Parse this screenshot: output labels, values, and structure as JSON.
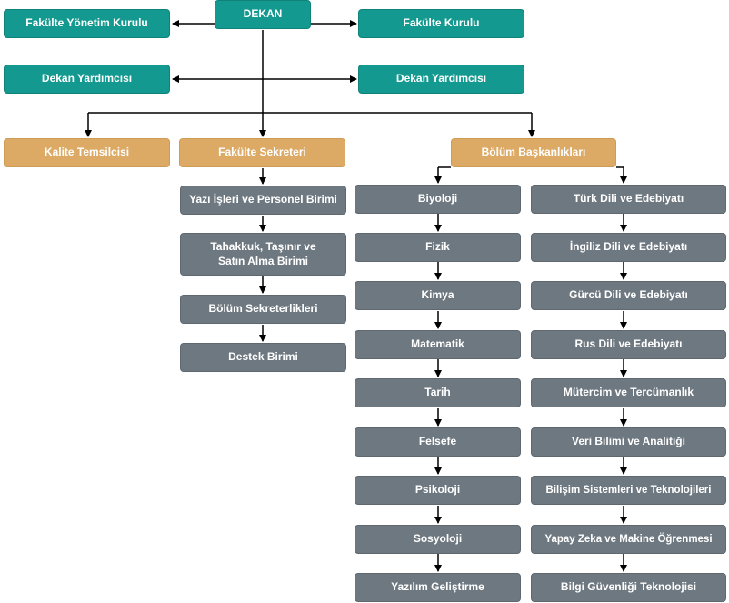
{
  "top": {
    "dean": "DEKAN",
    "faculty_board": "Fakülte Yönetim Kurulu",
    "faculty_council": "Fakülte Kurulu",
    "vice_dean_left": "Dekan Yardımcısı",
    "vice_dean_right": "Dekan Yardımcısı"
  },
  "level2": {
    "quality": "Kalite Temsilcisi",
    "secretary": "Fakülte Sekreteri",
    "departments": "Bölüm Başkanlıkları"
  },
  "secretary_units": [
    "Yazı İşleri ve Personel Birimi",
    "Tahakkuk, Taşınır ve Satın Alma Birimi",
    "Bölüm Sekreterlikleri",
    "Destek Birimi"
  ],
  "departments_left": [
    "Biyoloji",
    "Fizik",
    "Kimya",
    "Matematik",
    "Tarih",
    "Felsefe",
    "Psikoloji",
    "Sosyoloji",
    "Yazılım Geliştirme"
  ],
  "departments_right": [
    "Türk Dili ve Edebiyatı",
    "İngiliz Dili ve Edebiyatı",
    "Gürcü Dili ve Edebiyatı",
    "Rus Dili ve Edebiyatı",
    "Mütercim ve Tercümanlık",
    "Veri Bilimi ve Analitiği",
    "Bilişim Sistemleri ve Teknolojileri",
    "Yapay Zeka ve Makine Öğrenmesi",
    "Bilgi Güvenliği Teknolojisi"
  ],
  "colors": {
    "teal": "#13998f",
    "orange": "#ddaa66",
    "gray": "#6e7880",
    "connector": "#000000"
  }
}
